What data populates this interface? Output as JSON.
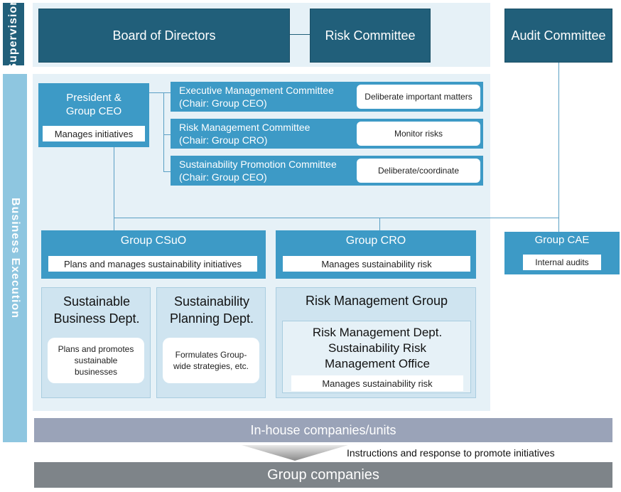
{
  "side_labels": {
    "supervision": "Supervision",
    "business_execution": "Business Execution"
  },
  "supervision": {
    "board": "Board of Directors",
    "risk_committee": "Risk Committee",
    "audit_committee": "Audit Committee"
  },
  "president": {
    "title_line1": "President &",
    "title_line2": "Group CEO",
    "role": "Manages initiatives"
  },
  "committees": [
    {
      "name": "Executive Management Committee",
      "chair": "(Chair: Group CEO)",
      "role": "Deliberate important matters"
    },
    {
      "name": "Risk Management Committee",
      "chair": "(Chair: Group CRO)",
      "role": "Monitor risks"
    },
    {
      "name": "Sustainability Promotion Committee",
      "chair": "(Chair: Group CEO)",
      "role": "Deliberate/coordinate"
    }
  ],
  "csuo": {
    "title": "Group CSuO",
    "role": "Plans and manages sustainability initiatives",
    "depts": [
      {
        "line1": "Sustainable",
        "line2": "Business Dept.",
        "role_line1": "Plans and promotes",
        "role_line2": "sustainable",
        "role_line3": "businesses"
      },
      {
        "line1": "Sustainability",
        "line2": "Planning Dept.",
        "role_line1": "Formulates Group-",
        "role_line2": "wide strategies, etc.",
        "role_line3": ""
      }
    ]
  },
  "cro": {
    "title": "Group CRO",
    "role": "Manages sustainability risk",
    "group_title": "Risk Management Group",
    "dept_line1": "Risk Management Dept.",
    "dept_line2": "Sustainability Risk",
    "dept_line3": "Management Office",
    "dept_role": "Manages sustainability risk"
  },
  "cae": {
    "title": "Group CAE",
    "role": "Internal audits"
  },
  "bottom": {
    "inhouse": "In-house companies/units",
    "instructions": "Instructions and response to promote initiatives",
    "group_companies": "Group companies"
  },
  "colors": {
    "dark": "#215f7a",
    "mid": "#3d9ac6",
    "side": "#8ec6e0",
    "inhouse": "#9aa3b8",
    "group_companies": "#7e8489"
  }
}
